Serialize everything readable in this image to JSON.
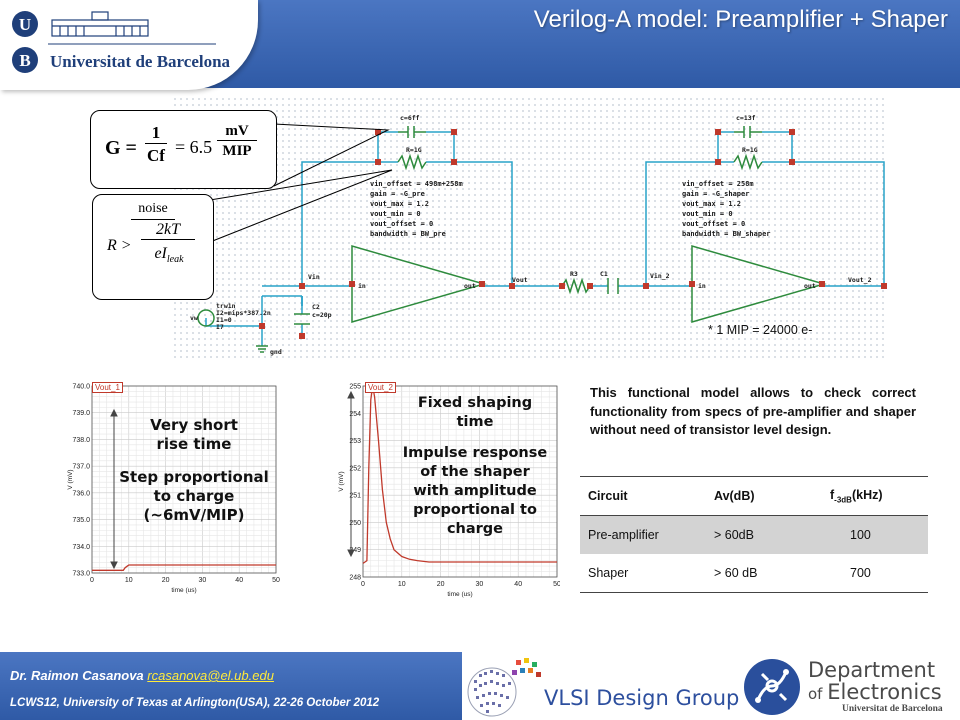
{
  "header": {
    "title": "Verilog-A model: Preamplifier + Shaper",
    "university": "Universitat de Barcelona",
    "logo_letters": [
      "U",
      "B"
    ]
  },
  "schematic": {
    "gain_formula": {
      "lhs": "G =",
      "numerator": "1",
      "denominator": "Cf",
      "equals": "= 6.5",
      "unit_num": "mV",
      "unit_den": "MIP"
    },
    "noise_formula": {
      "title": "noise",
      "inequality": "R >",
      "numerator": "2kT",
      "denominator": "eI",
      "subscript": "leak"
    },
    "preamp_params": [
      "vin_offset = 498m+258m",
      "gain = -G_pre",
      "vout_max = 1.2",
      "vout_min = 0",
      "vout_offset = 0",
      "bandwidth = BW_pre"
    ],
    "shaper_params": [
      "vin_offset = 258m",
      "gain = -G_shaper",
      "vout_max = 1.2",
      "vout_min = 0",
      "vout_offset = 0",
      "bandwidth = BW_shaper"
    ],
    "labels": {
      "vin": "Vin",
      "in1": "in",
      "out1": "out",
      "vout": "Vout",
      "vin2": "Vin_2",
      "in2": "in",
      "out2": "out",
      "vout2": "Vout_2",
      "source": [
        "trw1n",
        "I2=mips*387.2n",
        "I1=0"
      ],
      "source_name": "I7",
      "vw": "vw",
      "c2": [
        "C2",
        "c=20p"
      ],
      "gnd": "gnd",
      "cap_top1": "c=6ff",
      "res_top1": "R=1G",
      "cap_top2": "c=13f",
      "res_top2": "R=1G",
      "series_r": "R3",
      "series_c": "C1"
    },
    "note": "* 1 MIP = 24000  e-"
  },
  "plots": [
    {
      "id": "preamp",
      "trace_label": "Vout_1",
      "ylabel": "V (mV)",
      "xlabel": "time (us)",
      "annotations": [
        "Very short",
        "rise time",
        "Step proportional",
        "to charge",
        "(~6mV/MIP)"
      ],
      "chart_data": {
        "type": "line",
        "x": [
          0,
          8.5,
          9,
          9.5,
          10,
          11,
          13,
          20,
          30,
          40,
          50
        ],
        "y": [
          733.1,
          733.1,
          733.2,
          733.25,
          733.3,
          733.3,
          733.3,
          733.3,
          733.3,
          733.3,
          733.3
        ],
        "xlim": [
          0,
          50
        ],
        "ylim": [
          733,
          740
        ],
        "xticks": [
          0,
          10,
          20,
          30,
          40,
          50
        ],
        "yticks": [
          733,
          734,
          735,
          736,
          737,
          738,
          739,
          740
        ],
        "ytick_labels": [
          "733.0",
          "734.0",
          "735.0",
          "736.0",
          "737.0",
          "738.0",
          "739.0",
          "740.0"
        ],
        "color": "#c0392b",
        "grid": true
      }
    },
    {
      "id": "shaper",
      "trace_label": "Vout_2",
      "ylabel": "V (mV)",
      "xlabel": "time (us)",
      "annotations": [
        "Fixed shaping",
        "time",
        "Impulse response",
        "of the shaper",
        "with amplitude",
        "proportional to",
        "charge"
      ],
      "chart_data": {
        "type": "line",
        "x": [
          0,
          1,
          1.5,
          2,
          2.5,
          3,
          4,
          5,
          6,
          7,
          8,
          10,
          12,
          14,
          17,
          20,
          30,
          40,
          50
        ],
        "y": [
          248.5,
          248.6,
          252,
          254.5,
          255,
          254.6,
          253,
          251.2,
          250,
          249.4,
          249,
          248.75,
          248.65,
          248.6,
          248.55,
          248.55,
          248.55,
          248.55,
          248.55
        ],
        "xlim": [
          0,
          50
        ],
        "ylim": [
          248,
          255
        ],
        "xticks": [
          0,
          10,
          20,
          30,
          40,
          50
        ],
        "yticks": [
          248,
          249,
          250,
          251,
          252,
          253,
          254,
          255
        ],
        "ytick_labels": [
          "248",
          "249",
          "250",
          "251",
          "252",
          "253",
          "254",
          "255"
        ],
        "color": "#c0392b",
        "grid": true
      }
    }
  ],
  "description": "This functional model allows to check correct functionality from specs of pre-amplifier and shaper without need of transistor level design.",
  "table": {
    "headers": {
      "circuit": "Circuit",
      "av": "Av(dB)",
      "f_prefix": "f",
      "f_sub": "-3dB",
      "f_suffix": "(kHz)"
    },
    "rows": [
      {
        "circuit": "Pre-amplifier",
        "av": "> 60dB",
        "f": "100"
      },
      {
        "circuit": "Shaper",
        "av": "> 60 dB",
        "f": "700"
      }
    ]
  },
  "footer": {
    "author": "Dr. Raimon Casanova",
    "email": "rcasanova@el.ub.edu",
    "conference": "LCWS12, University of Texas at Arlington(USA), 22-26 October 2012",
    "vlsi": "VLSI Design Group",
    "dept_line1": "Department",
    "dept_line2_prefix": "of ",
    "dept_line2": "Electronics",
    "dept_line3": "Universitat de Barcelona"
  },
  "colors": {
    "header": "#3a64b0",
    "wire": "#29a3c9",
    "trace": "#c0392b",
    "opamp": "#2e8b3d"
  }
}
